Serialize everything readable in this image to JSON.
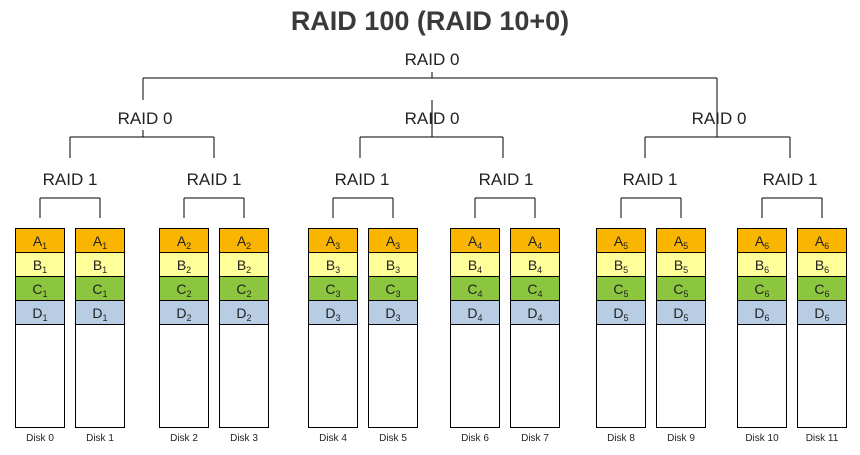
{
  "title": "RAID 100 (RAID 10+0)",
  "levels": {
    "top": "RAID 0",
    "middle": [
      "RAID 0",
      "RAID 0",
      "RAID 0"
    ],
    "mirrors": [
      "RAID 1",
      "RAID 1",
      "RAID 1",
      "RAID 1",
      "RAID 1",
      "RAID 1"
    ]
  },
  "disks": [
    "Disk 0",
    "Disk 1",
    "Disk 2",
    "Disk 3",
    "Disk 4",
    "Disk 5",
    "Disk 6",
    "Disk 7",
    "Disk 8",
    "Disk 9",
    "Disk 10",
    "Disk 11"
  ],
  "blocks": [
    "A",
    "B",
    "C",
    "D"
  ],
  "block_subscripts": [
    "1",
    "1",
    "2",
    "2",
    "3",
    "3",
    "4",
    "4",
    "5",
    "5",
    "6",
    "6"
  ],
  "colors": {
    "A": "#f9b500",
    "B": "#ffff99",
    "C": "#8cc63f",
    "D": "#b8cce4"
  }
}
